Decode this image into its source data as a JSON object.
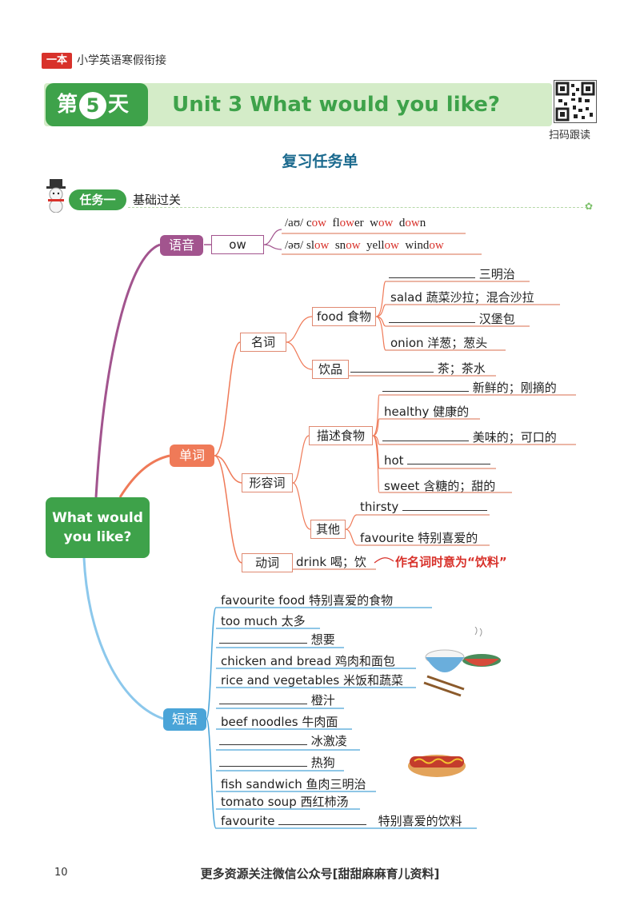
{
  "header": {
    "brand": "一本",
    "series": "小学英语寒假衔接",
    "day_prefix": "第",
    "day_num": "5",
    "day_suffix": "天",
    "unit_title": "Unit 3 What would you like?",
    "qr_label": "扫码跟读",
    "review_title": "复习任务单"
  },
  "task": {
    "pill": "任务一",
    "label": "基础过关"
  },
  "center": {
    "line1": "What would",
    "line2": "you like?"
  },
  "phonics": {
    "label": "语音",
    "key": "ow",
    "row1": {
      "ipa": "/aʊ/",
      "words": [
        "cow",
        "flower",
        "wow",
        "down"
      ]
    },
    "row2": {
      "ipa": "/əʊ/",
      "words": [
        "slow",
        "snow",
        "yellow",
        "window"
      ]
    }
  },
  "words": {
    "label": "单词",
    "noun": "名词",
    "food": "food 食物",
    "food_items": [
      "三明治",
      "salad 蔬菜沙拉；混合沙拉",
      "汉堡包",
      "onion 洋葱；葱头"
    ],
    "drinks": "饮品",
    "drink_item": "茶；茶水",
    "adj": "形容词",
    "describe": "描述食物",
    "describe_items": [
      "新鲜的；刚摘的",
      "healthy 健康的",
      "美味的；可口的",
      "hot",
      "sweet 含糖的；甜的"
    ],
    "other": "其他",
    "other_items": [
      "thirsty",
      "favourite 特别喜爱的"
    ],
    "verb": "动词",
    "verb_item": "drink 喝；饮",
    "verb_note": "作名词时意为“饮料”"
  },
  "phrases": {
    "label": "短语",
    "items": [
      "favourite food 特别喜爱的食物",
      "too much 太多",
      "想要",
      "chicken and bread 鸡肉和面包",
      "rice and vegetables 米饭和蔬菜",
      "橙汁",
      "beef noodles 牛肉面",
      "冰激凌",
      "热狗",
      "fish sandwich 鱼肉三明治",
      "tomato soup 西红柿汤",
      "favourite",
      "特别喜爱的饮料"
    ]
  },
  "footer": {
    "page": "10",
    "text": "更多资源关注微信公众号[甜甜麻麻育儿资料]"
  },
  "colors": {
    "green": "#3ea24a",
    "purple": "#a2548e",
    "orange": "#ef7a58",
    "blue": "#4aa4d8",
    "red": "#d8322b"
  }
}
